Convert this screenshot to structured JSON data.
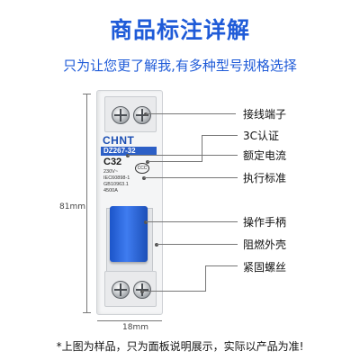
{
  "header": {
    "title": "商品标注详解",
    "subtitle": "只为让您更了解我,有多种型号规格选择"
  },
  "product": {
    "brand": "CHNT",
    "model": "DZ267-32",
    "rating": "C32",
    "specs": [
      "230V~",
      "IEC60898-1",
      "GB10963.1",
      "4500A"
    ],
    "cert_mark": "CCC",
    "height_label": "81mm",
    "width_label": "18mm"
  },
  "annotations": [
    {
      "label": "接线端子"
    },
    {
      "label": "3C认证"
    },
    {
      "label": "额定电流"
    },
    {
      "label": "执行标准"
    },
    {
      "label": "操作手柄"
    },
    {
      "label": "阻燃外壳"
    },
    {
      "label": "紧固螺丝"
    }
  ],
  "footer": {
    "note": "*上图为样品，只为面板说明展示，实际以产品为准!"
  },
  "colors": {
    "accent": "#1f5bd8",
    "handle": "#2f6ae0"
  }
}
